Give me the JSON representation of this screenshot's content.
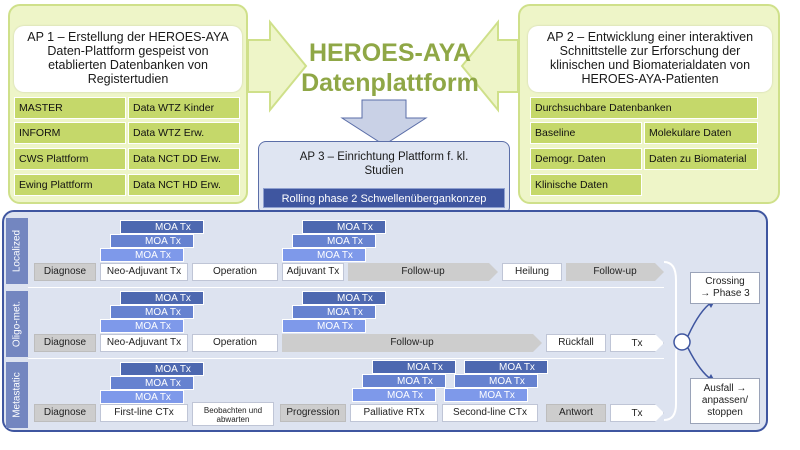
{
  "title": {
    "line1": "HEROES-AYA",
    "line2": "Datenplattform"
  },
  "ap1": {
    "header": [
      "AP 1 – Erstellung der HEROES-AYA",
      "Daten-Plattform gespeist von",
      "etablierten Datenbanken von",
      "Registertudien"
    ],
    "cells": [
      [
        "MASTER",
        "Data WTZ Kinder"
      ],
      [
        "INFORM",
        "Data WTZ Erw."
      ],
      [
        "CWS Plattform",
        "Data NCT DD Erw."
      ],
      [
        "Ewing Plattform",
        "Data NCT HD Erw."
      ]
    ]
  },
  "ap2": {
    "header": [
      "AP 2 – Entwicklung einer interaktiven",
      "Schnittstelle zur Erforschung der",
      "klinischen und Biomaterialdaten von",
      "HEROES-AYA-Patienten"
    ],
    "full": "Durchsuchbare Datenbanken",
    "cells": [
      [
        "Baseline",
        "Molekulare Daten"
      ],
      [
        "Demogr. Daten",
        "Daten zu Biomaterial"
      ],
      [
        "Klinische Daten",
        ""
      ]
    ]
  },
  "ap3": {
    "line1": "AP 3 – Einrichtung Plattform f. kl.",
    "line2": "Studien",
    "rolling": "Rolling phase 2 Schwellenübergankonzep"
  },
  "moa_label": "MOA Tx",
  "rows": {
    "localized": {
      "label": "Localized",
      "diagnose": "Diagnose",
      "neo": "Neo-Adjuvant Tx",
      "operation": "Operation",
      "adjuvant": "Adjuvant Tx",
      "followup": "Follow-up",
      "heilung": "Heilung",
      "followup2": "Follow-up"
    },
    "oligo": {
      "label": "Oligo-met.",
      "diagnose": "Diagnose",
      "neo": "Neo-Adjuvant Tx",
      "operation": "Operation",
      "followup": "Follow-up",
      "rueckfall": "Rückfall",
      "tx": "Tx"
    },
    "metastatic": {
      "label": "Metastatic",
      "diagnose": "Diagnose",
      "firstline": "First-line CTx",
      "beobachten": [
        "Beobachten und",
        "abwarten"
      ],
      "progression": "Progression",
      "palliative": "Palliative RTx",
      "secondline": "Second-line CTx",
      "antwort": "Antwort",
      "tx": "Tx"
    }
  },
  "outcomes": {
    "crossing": [
      "Crossing",
      "→ Phase 3"
    ],
    "ausfall": [
      "Ausfall →",
      "anpassen/",
      "stoppen"
    ]
  },
  "colors": {
    "green": "#c5d86a",
    "green_light": "#eef5c8",
    "title": "#8fa746",
    "blue": "#3f56a0",
    "blue_light": "#dde3f0"
  }
}
